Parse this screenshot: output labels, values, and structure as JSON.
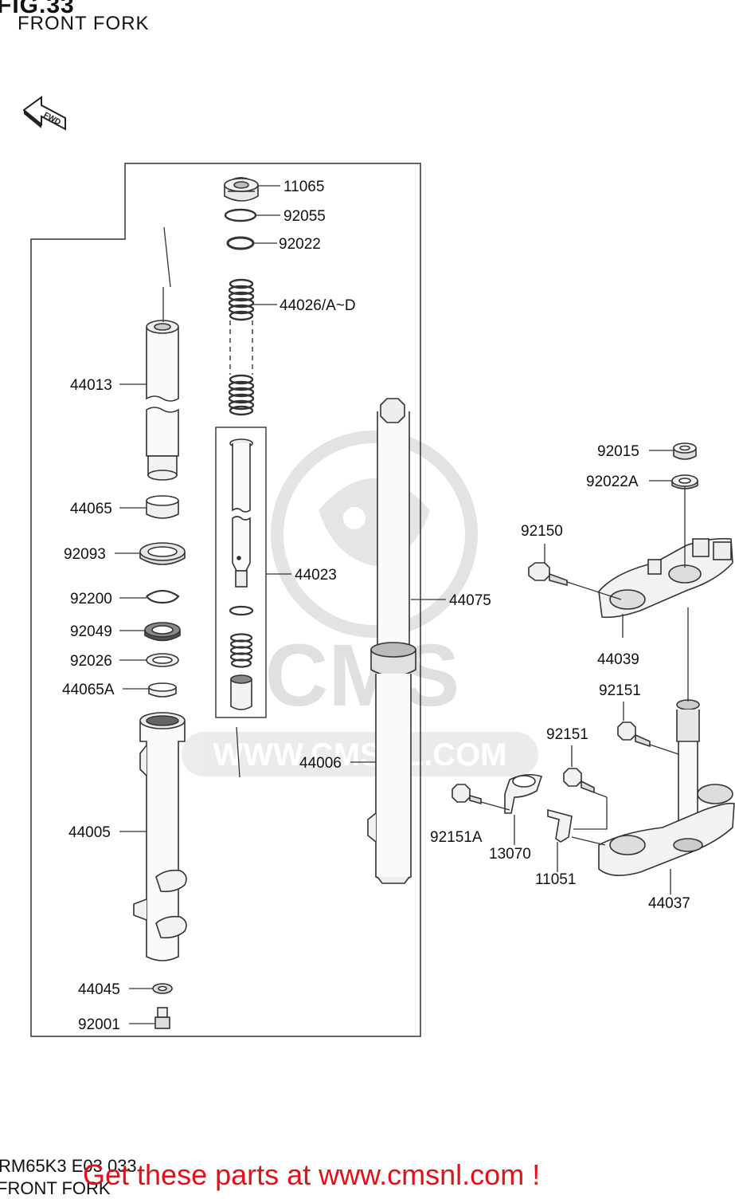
{
  "header": {
    "figure": "FIG.33",
    "subtitle": "FRONT FORK"
  },
  "diagram": {
    "direction_marker": "FWD",
    "watermark_brand": "CMS",
    "watermark_url": "WWW.CMSNL.COM",
    "part_labels": {
      "p11065": "11065",
      "p92055": "92055",
      "p92022": "92022",
      "p44026": "44026/A~D",
      "p44013": "44013",
      "p44065": "44065",
      "p92093": "92093",
      "p44023": "44023",
      "p92200": "92200",
      "p92049": "92049",
      "p92026": "92026",
      "p44065A": "44065A",
      "p44075": "44075",
      "p44006": "44006",
      "p44005": "44005",
      "p44045": "44045",
      "p92001": "92001",
      "p92015": "92015",
      "p92022A": "92022A",
      "p92150": "92150",
      "p44039": "44039",
      "p92151_upper": "92151",
      "p92151_lower": "92151",
      "p92151A": "92151A",
      "p13070": "13070",
      "p11051": "11051",
      "p44037": "44037"
    }
  },
  "footer": {
    "code": "RM65K3 E03 033",
    "name": "FRONT FORK",
    "cta_text": "Get these parts at www.cmsnl.com !"
  }
}
